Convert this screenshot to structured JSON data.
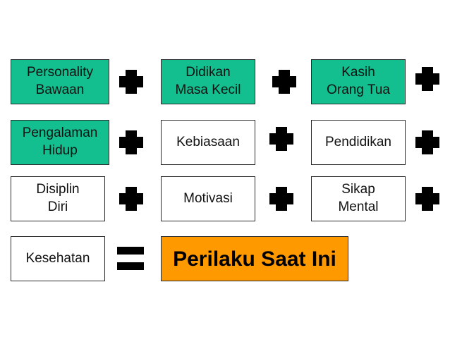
{
  "colors": {
    "teal": "#13bf8f",
    "orange": "#ff9900",
    "border": "#2b2b2b",
    "operator": "#000000"
  },
  "boxes": [
    "Personality\nBawaan",
    "Didikan\nMasa Kecil",
    "Kasih\nOrang Tua",
    "Pengalaman\nHidup",
    "Kebiasaan",
    "Pendidikan",
    "Disiplin\nDiri",
    "Motivasi",
    "Sikap\nMental",
    "Kesehatan"
  ],
  "result": "Perilaku Saat Ini",
  "operators": {
    "plus": "+",
    "equals": "="
  }
}
